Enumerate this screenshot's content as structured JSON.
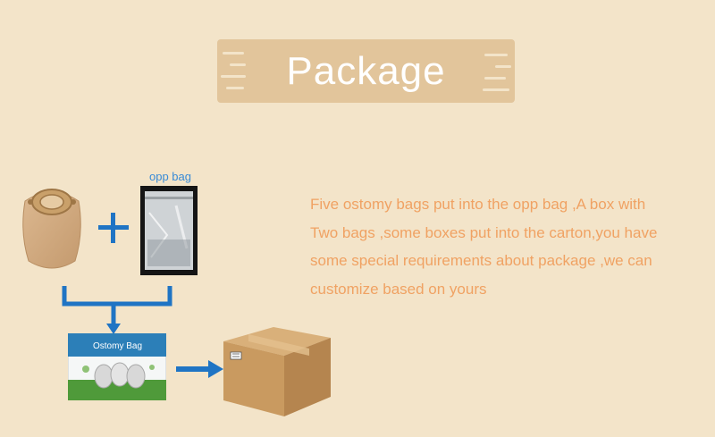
{
  "banner": {
    "title": "Package"
  },
  "labels": {
    "opp_bag": "opp bag"
  },
  "description": {
    "lines": [
      "Five ostomy bags put into the opp bag ,A box with",
      "Two bags ,some boxes put into the carton,you have",
      "some special requirements about package ,we can",
      "customize based on yours"
    ]
  },
  "retail_box": {
    "brand_text": "Ostomy Bag"
  },
  "icons": {
    "plus": "plus-icon",
    "connector": "bracket-arrow-down-icon",
    "arrow": "arrow-right-icon"
  },
  "colors": {
    "background": "#f3e4c9",
    "banner": "#e2c59b",
    "description_text": "#f0a263",
    "accent_blue": "#1f74c4",
    "label_blue": "#3a8bd6"
  }
}
